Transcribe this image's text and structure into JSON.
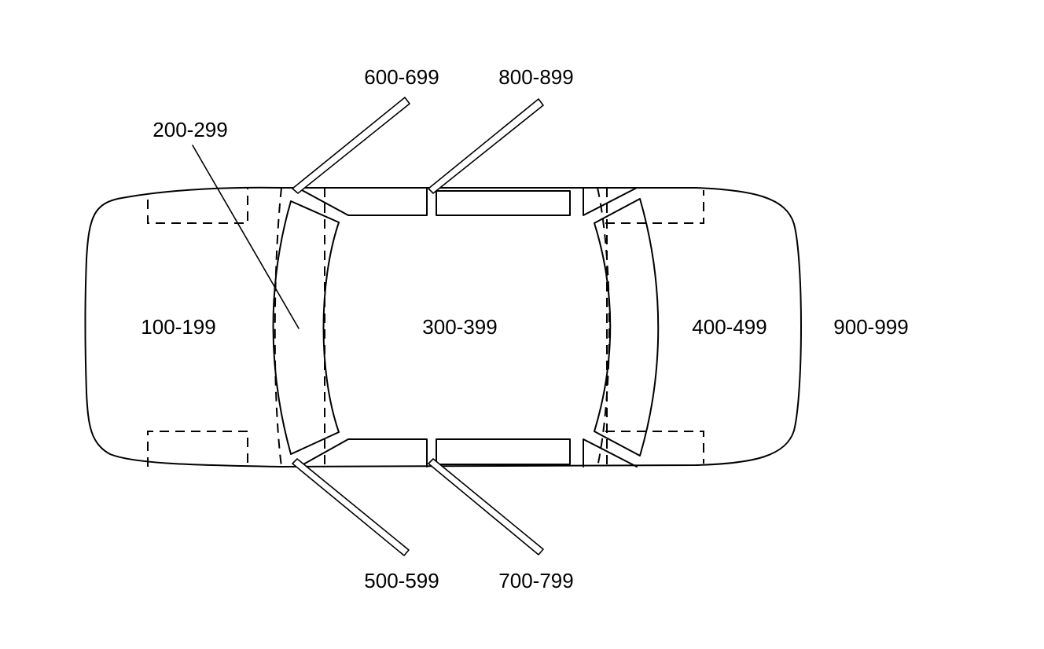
{
  "zones": {
    "front": "100-199",
    "windshield": "200-299",
    "passenger_compartment": "300-399",
    "rear": "400-499",
    "left_front_door": "500-599",
    "right_front_door": "600-699",
    "left_rear_door": "700-799",
    "right_rear_door": "800-899",
    "outside_vehicle": "900-999"
  },
  "colors": {
    "line": "#000000",
    "background": "#ffffff"
  }
}
